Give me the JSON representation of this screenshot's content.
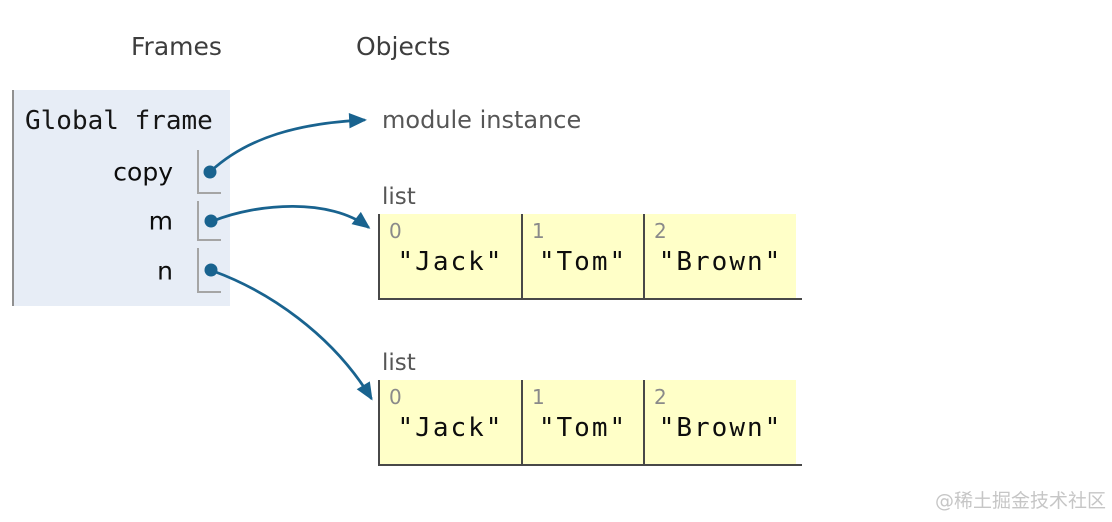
{
  "headers": {
    "frames": "Frames",
    "objects": "Objects"
  },
  "global_frame": {
    "title": "Global frame",
    "variables": [
      {
        "name": "copy",
        "points_to": "module instance"
      },
      {
        "name": "m",
        "points_to": "list-1"
      },
      {
        "name": "n",
        "points_to": "list-2"
      }
    ]
  },
  "module_instance": {
    "label": "module instance"
  },
  "lists": [
    {
      "label": "list",
      "cells": [
        {
          "index": "0",
          "value": "\"Jack\""
        },
        {
          "index": "1",
          "value": "\"Tom\""
        },
        {
          "index": "2",
          "value": "\"Brown\""
        }
      ]
    },
    {
      "label": "list",
      "cells": [
        {
          "index": "0",
          "value": "\"Jack\""
        },
        {
          "index": "1",
          "value": "\"Tom\""
        },
        {
          "index": "2",
          "value": "\"Brown\""
        }
      ]
    }
  ],
  "watermark": {
    "text": "@稀土掘金技术社区"
  },
  "colors": {
    "arrow": "#19638f",
    "frame_background": "#e7edf6",
    "frame_border": "#909090",
    "slot_border": "#a5a5a5",
    "cell_background": "#ffffc8",
    "cell_border": "#484848",
    "gray_text": "#565656",
    "index_text": "#8a8a8a",
    "watermark_text": "#c6c6c6"
  }
}
